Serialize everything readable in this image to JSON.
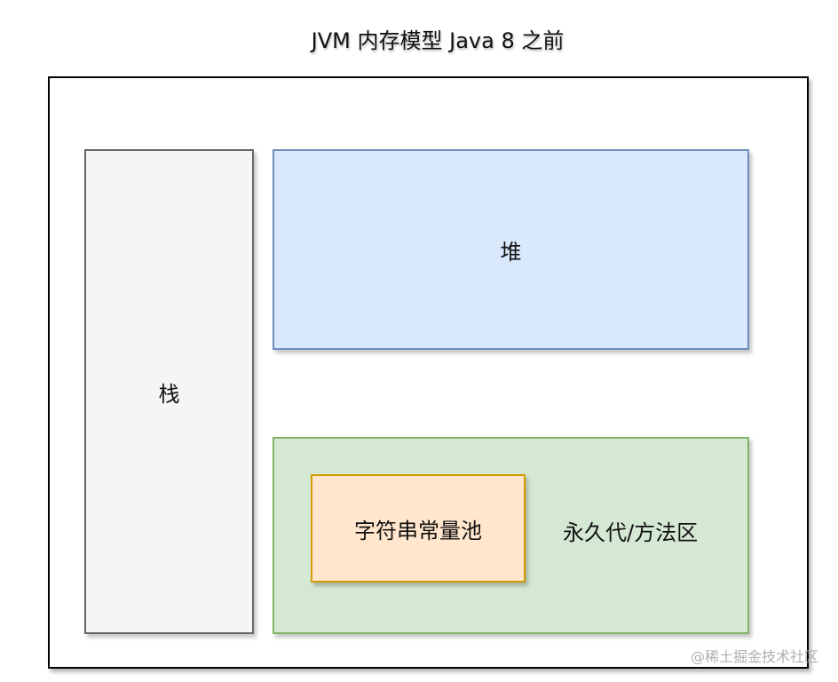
{
  "diagram": {
    "title": "JVM 内存模型 Java 8 之前",
    "stack_label": "栈",
    "heap_label": "堆",
    "permgen_label": "永久代/方法区",
    "string_pool_label": "字符串常量池"
  },
  "watermark": "@稀土掘金技术社区"
}
